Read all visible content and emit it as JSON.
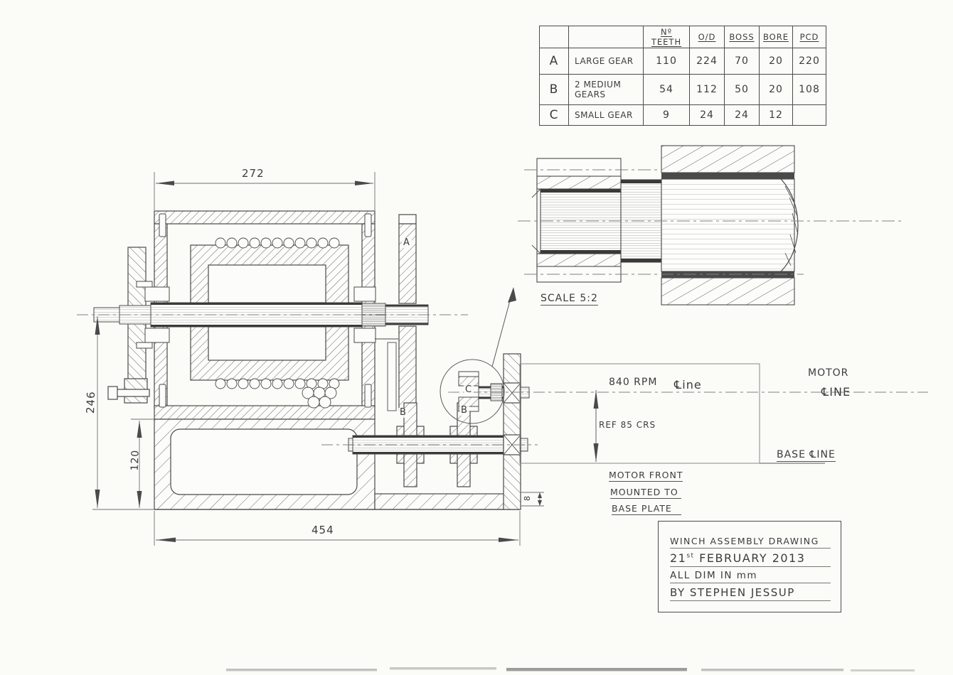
{
  "gear_table": {
    "headers": [
      "",
      "",
      "Nº TEETH",
      "O/D",
      "BOSS",
      "BORE",
      "PCD"
    ],
    "rows": [
      {
        "id": "A",
        "name": "LARGE GEAR",
        "no_teeth": "110",
        "od": "224",
        "boss": "70",
        "bore": "20",
        "pcd": "220"
      },
      {
        "id": "B",
        "name": "2 MEDIUM GEARS",
        "no_teeth": "54",
        "od": "112",
        "boss": "50",
        "bore": "20",
        "pcd": "108"
      },
      {
        "id": "C",
        "name": "SMALL GEAR",
        "no_teeth": "9",
        "od": "24",
        "boss": "24",
        "bore": "12",
        "pcd": ""
      }
    ]
  },
  "detail_view": {
    "scale": "SCALE 5:2"
  },
  "dimensions": {
    "drum_width": "272",
    "overall_length": "454",
    "overall_height": "246",
    "base_height": "120",
    "base_step": "8",
    "centres": "REF 85 CRS"
  },
  "motor": {
    "rpm": "840 RPM",
    "centre_line": "℄ine",
    "motor_line_top": "MOTOR",
    "motor_line_bottom": "℄INE",
    "base_line": "BASE ℄INE",
    "mount_note": [
      "MOTOR FRONT",
      "MOUNTED TO",
      "BASE PLATE"
    ]
  },
  "part_labels": {
    "large_gear": "A",
    "medium_gear_left": "B",
    "medium_gear_right": "B",
    "small_gear": "C"
  },
  "title_block": {
    "title": "WINCH ASSEMBLY DRAWING",
    "date_day": "21",
    "date_suffix": "st",
    "date_rest": "FEBRUARY 2013",
    "units_note": "ALL DIM IN mm",
    "author": "BY STEPHEN JESSUP"
  }
}
